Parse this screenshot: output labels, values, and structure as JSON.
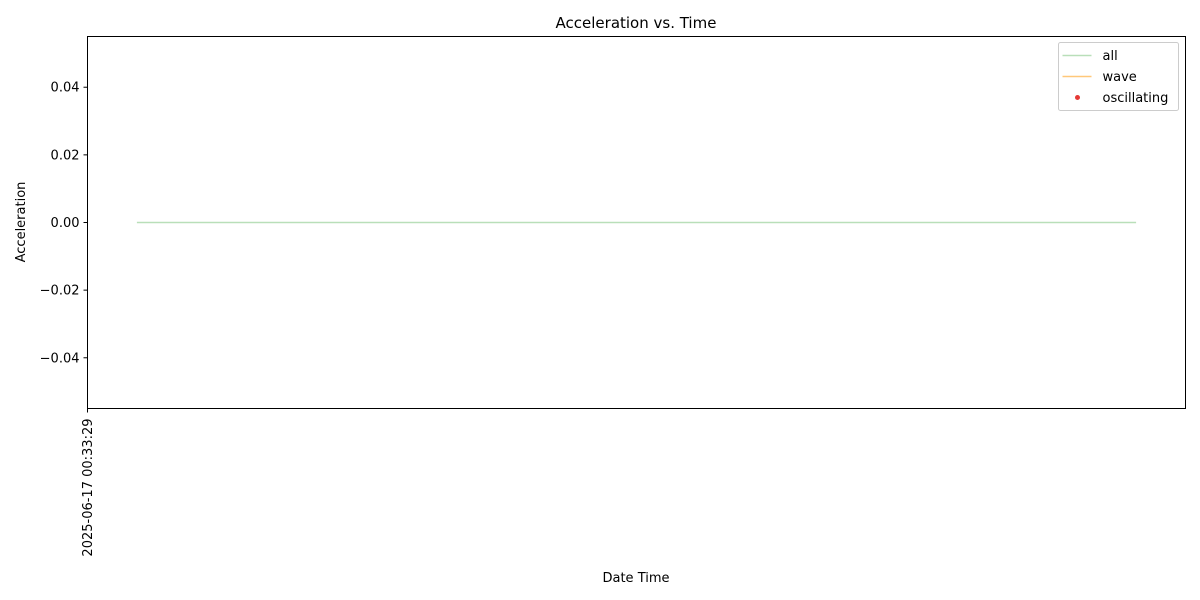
{
  "chart_data": {
    "type": "line",
    "title": "Acceleration vs. Time",
    "xlabel": "Date Time",
    "ylabel": "Acceleration",
    "ylim": [
      -0.055,
      0.055
    ],
    "yticks": [
      {
        "value": 0.04,
        "label": "0.04"
      },
      {
        "value": 0.02,
        "label": "0.02"
      },
      {
        "value": 0.0,
        "label": "0.00"
      },
      {
        "value": -0.02,
        "label": "−0.02"
      },
      {
        "value": -0.04,
        "label": "−0.04"
      }
    ],
    "xticks": [
      {
        "label": "2025-06-17 00:33:29"
      }
    ],
    "legend": {
      "placement": "top-right",
      "entries": [
        {
          "name": "all",
          "marker": "line",
          "color": "#b9dfb9"
        },
        {
          "name": "wave",
          "marker": "line",
          "color": "#ffc87a"
        },
        {
          "name": "oscillating",
          "marker": "dot",
          "color": "#e53935"
        }
      ]
    },
    "series": [
      {
        "name": "all",
        "style": "line",
        "color": "#b9dfb9",
        "y": [
          0,
          0
        ]
      },
      {
        "name": "wave",
        "style": "line",
        "color": "#ffc87a",
        "y": []
      },
      {
        "name": "oscillating",
        "style": "scatter",
        "color": "#e53935",
        "y": []
      }
    ]
  }
}
